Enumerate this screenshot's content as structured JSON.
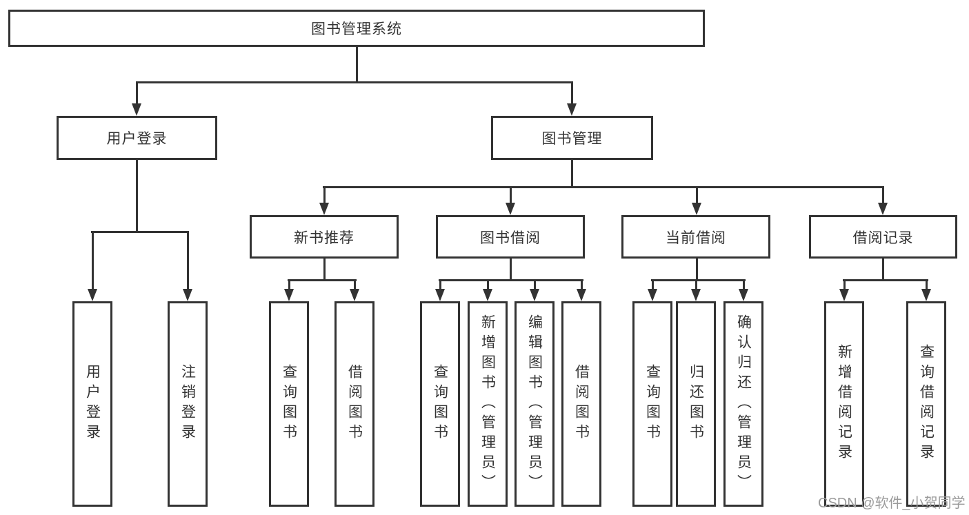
{
  "diagram": {
    "title": "图书管理系统",
    "level2": {
      "user_login": "用户登录",
      "book_mgmt": "图书管理"
    },
    "level3": {
      "new_books": "新书推荐",
      "book_borrow": "图书借阅",
      "current_borrow": "当前借阅",
      "borrow_records": "借阅记录"
    },
    "leaves": {
      "ul_login": "用户登录",
      "ul_logout": "注销登录",
      "nb_query": "查询图书",
      "nb_borrow": "借阅图书",
      "bb_query": "查询图书",
      "bb_add": "新增图书（管理员）",
      "bb_edit": "编辑图书（管理员）",
      "bb_borrow": "借阅图书",
      "cb_query": "查询图书",
      "cb_return": "归还图书",
      "cb_confirm": "确认归还（管理员）",
      "br_add": "新增借阅记录",
      "br_query": "查询借阅记录"
    },
    "colors": {
      "line": "#333333",
      "text": "#333333",
      "box_background": "#ffffff",
      "watermark": "#9a9a9a"
    }
  },
  "watermark": "CSDN @软件_小贺同学"
}
